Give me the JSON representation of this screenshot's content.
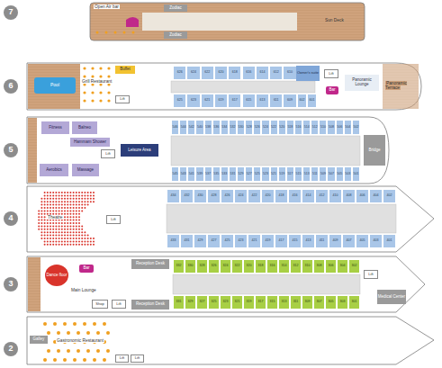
{
  "diagram": {
    "nodes": [
      {
        "text": [
          "7"
        ]
      },
      {
        "text": [
          "Zodiac"
        ]
      },
      {
        "text": [
          "Zodiac"
        ]
      },
      {
        "text": [
          "6"
        ]
      },
      {
        "text": [
          "Pool"
        ]
      },
      {
        "text": [
          "Buffet"
        ]
      },
      {
        "text": [
          "Lift"
        ]
      },
      {
        "text": [
          "626"
        ]
      },
      {
        "text": [
          "624"
        ]
      },
      {
        "text": [
          "622"
        ]
      },
      {
        "text": [
          "620"
        ]
      },
      {
        "text": [
          "618"
        ]
      },
      {
        "text": [
          "616"
        ]
      },
      {
        "text": [
          "614"
        ]
      },
      {
        "text": [
          "612"
        ]
      },
      {
        "text": [
          "610"
        ]
      },
      {
        "text": [
          "Owner's suite"
        ]
      },
      {
        "text": [
          "625"
        ]
      },
      {
        "text": [
          "623"
        ]
      },
      {
        "text": [
          "621"
        ]
      },
      {
        "text": [
          "619"
        ]
      },
      {
        "text": [
          "617"
        ]
      },
      {
        "text": [
          "615"
        ]
      },
      {
        "text": [
          "613"
        ]
      },
      {
        "text": [
          "611"
        ]
      },
      {
        "text": [
          "609"
        ]
      },
      {
        "text": [
          "602"
        ]
      },
      {
        "text": [
          "601"
        ]
      },
      {
        "text": [
          "Lift"
        ]
      },
      {
        "text": [
          "Bar"
        ]
      },
      {
        "text": [
          "Panoramic Lounge"
        ]
      },
      {
        "text": [
          "5"
        ]
      },
      {
        "text": [
          "Fitness"
        ]
      },
      {
        "text": [
          "Balneo"
        ]
      },
      {
        "text": [
          "Hammam Shower"
        ]
      },
      {
        "text": [
          "Aerobics"
        ]
      },
      {
        "text": [
          "Massage"
        ]
      },
      {
        "text": [
          "Lift"
        ]
      },
      {
        "text": [
          "Leisure Area"
        ]
      },
      {
        "text": [
          "546"
        ]
      },
      {
        "text": [
          "544"
        ]
      },
      {
        "text": [
          "542"
        ]
      },
      {
        "text": [
          "540"
        ]
      },
      {
        "text": [
          "538"
        ]
      },
      {
        "text": [
          "536"
        ]
      },
      {
        "text": [
          "534"
        ]
      },
      {
        "text": [
          "532"
        ]
      },
      {
        "text": [
          "530"
        ]
      },
      {
        "text": [
          "528"
        ]
      },
      {
        "text": [
          "526"
        ]
      },
      {
        "text": [
          "524"
        ]
      },
      {
        "text": [
          "522"
        ]
      },
      {
        "text": [
          "520"
        ]
      },
      {
        "text": [
          "518"
        ]
      },
      {
        "text": [
          "516"
        ]
      },
      {
        "text": [
          "514"
        ]
      },
      {
        "text": [
          "512"
        ]
      },
      {
        "text": [
          "510"
        ]
      },
      {
        "text": [
          "508"
        ]
      },
      {
        "text": [
          "506"
        ]
      },
      {
        "text": [
          "504"
        ]
      },
      {
        "text": [
          "502"
        ]
      },
      {
        "text": [
          "545"
        ]
      },
      {
        "text": [
          "543"
        ]
      },
      {
        "text": [
          "541"
        ]
      },
      {
        "text": [
          "539"
        ]
      },
      {
        "text": [
          "537"
        ]
      },
      {
        "text": [
          "535"
        ]
      },
      {
        "text": [
          "533"
        ]
      },
      {
        "text": [
          "531"
        ]
      },
      {
        "text": [
          "529"
        ]
      },
      {
        "text": [
          "527"
        ]
      },
      {
        "text": [
          "525"
        ]
      },
      {
        "text": [
          "523"
        ]
      },
      {
        "text": [
          "521"
        ]
      },
      {
        "text": [
          "519"
        ]
      },
      {
        "text": [
          "517"
        ]
      },
      {
        "text": [
          "515"
        ]
      },
      {
        "text": [
          "513"
        ]
      },
      {
        "text": [
          "511"
        ]
      },
      {
        "text": [
          "509"
        ]
      },
      {
        "text": [
          "507"
        ]
      },
      {
        "text": [
          "505"
        ]
      },
      {
        "text": [
          "503"
        ]
      },
      {
        "text": [
          "501"
        ]
      },
      {
        "text": [
          "Bridge"
        ]
      },
      {
        "text": [
          "4"
        ]
      },
      {
        "text": [
          "Lift"
        ]
      },
      {
        "text": [
          "434"
        ]
      },
      {
        "text": [
          "432"
        ]
      },
      {
        "text": [
          "430"
        ]
      },
      {
        "text": [
          "428"
        ]
      },
      {
        "text": [
          "426"
        ]
      },
      {
        "text": [
          "424"
        ]
      },
      {
        "text": [
          "422"
        ]
      },
      {
        "text": [
          "420"
        ]
      },
      {
        "text": [
          "418"
        ]
      },
      {
        "text": [
          "416"
        ]
      },
      {
        "text": [
          "414"
        ]
      },
      {
        "text": [
          "412"
        ]
      },
      {
        "text": [
          "410"
        ]
      },
      {
        "text": [
          "408"
        ]
      },
      {
        "text": [
          "406"
        ]
      },
      {
        "text": [
          "404"
        ]
      },
      {
        "text": [
          "402"
        ]
      },
      {
        "text": [
          "433"
        ]
      },
      {
        "text": [
          "431"
        ]
      },
      {
        "text": [
          "429"
        ]
      },
      {
        "text": [
          "427"
        ]
      },
      {
        "text": [
          "425"
        ]
      },
      {
        "text": [
          "423"
        ]
      },
      {
        "text": [
          "421"
        ]
      },
      {
        "text": [
          "419"
        ]
      },
      {
        "text": [
          "417"
        ]
      },
      {
        "text": [
          "415"
        ]
      },
      {
        "text": [
          "413"
        ]
      },
      {
        "text": [
          "411"
        ]
      },
      {
        "text": [
          "409"
        ]
      },
      {
        "text": [
          "407"
        ]
      },
      {
        "text": [
          "405"
        ]
      },
      {
        "text": [
          "403"
        ]
      },
      {
        "text": [
          "401"
        ]
      },
      {
        "text": [
          "3"
        ]
      },
      {
        "text": [
          "Dance floor"
        ]
      },
      {
        "text": [
          "Bar"
        ]
      },
      {
        "text": [
          "Reception Desk"
        ]
      },
      {
        "text": [
          "Shop"
        ]
      },
      {
        "text": [
          "Lift"
        ]
      },
      {
        "text": [
          "Reception Desk"
        ]
      },
      {
        "text": [
          "332"
        ]
      },
      {
        "text": [
          "330"
        ]
      },
      {
        "text": [
          "328"
        ]
      },
      {
        "text": [
          "326"
        ]
      },
      {
        "text": [
          "324"
        ]
      },
      {
        "text": [
          "322"
        ]
      },
      {
        "text": [
          "320"
        ]
      },
      {
        "text": [
          "318"
        ]
      },
      {
        "text": [
          "316"
        ]
      },
      {
        "text": [
          "314"
        ]
      },
      {
        "text": [
          "312"
        ]
      },
      {
        "text": [
          "310"
        ]
      },
      {
        "text": [
          "308"
        ]
      },
      {
        "text": [
          "306"
        ]
      },
      {
        "text": [
          "304"
        ]
      },
      {
        "text": [
          "302"
        ]
      },
      {
        "text": [
          "331"
        ]
      },
      {
        "text": [
          "329"
        ]
      },
      {
        "text": [
          "327"
        ]
      },
      {
        "text": [
          "325"
        ]
      },
      {
        "text": [
          "323"
        ]
      },
      {
        "text": [
          "321"
        ]
      },
      {
        "text": [
          "319"
        ]
      },
      {
        "text": [
          "317"
        ]
      },
      {
        "text": [
          "315"
        ]
      },
      {
        "text": [
          "313"
        ]
      },
      {
        "text": [
          "311"
        ]
      },
      {
        "text": [
          "309"
        ]
      },
      {
        "text": [
          "307"
        ]
      },
      {
        "text": [
          "305"
        ]
      },
      {
        "text": [
          "303"
        ]
      },
      {
        "text": [
          "301"
        ]
      },
      {
        "text": [
          "Lift"
        ]
      },
      {
        "text": [
          "Medical Center"
        ]
      },
      {
        "text": [
          "2"
        ]
      },
      {
        "text": [
          "Galley"
        ]
      },
      {
        "text": [
          "Lift"
        ]
      },
      {
        "text": [
          "Lift"
        ]
      }
    ],
    "labels": [
      "Open Air bar",
      "Sun Deck",
      "Grill Restaurant",
      "Panoramic Terrace",
      "Theatre",
      "Main Lounge",
      "Gastronomic Restaurant"
    ]
  }
}
